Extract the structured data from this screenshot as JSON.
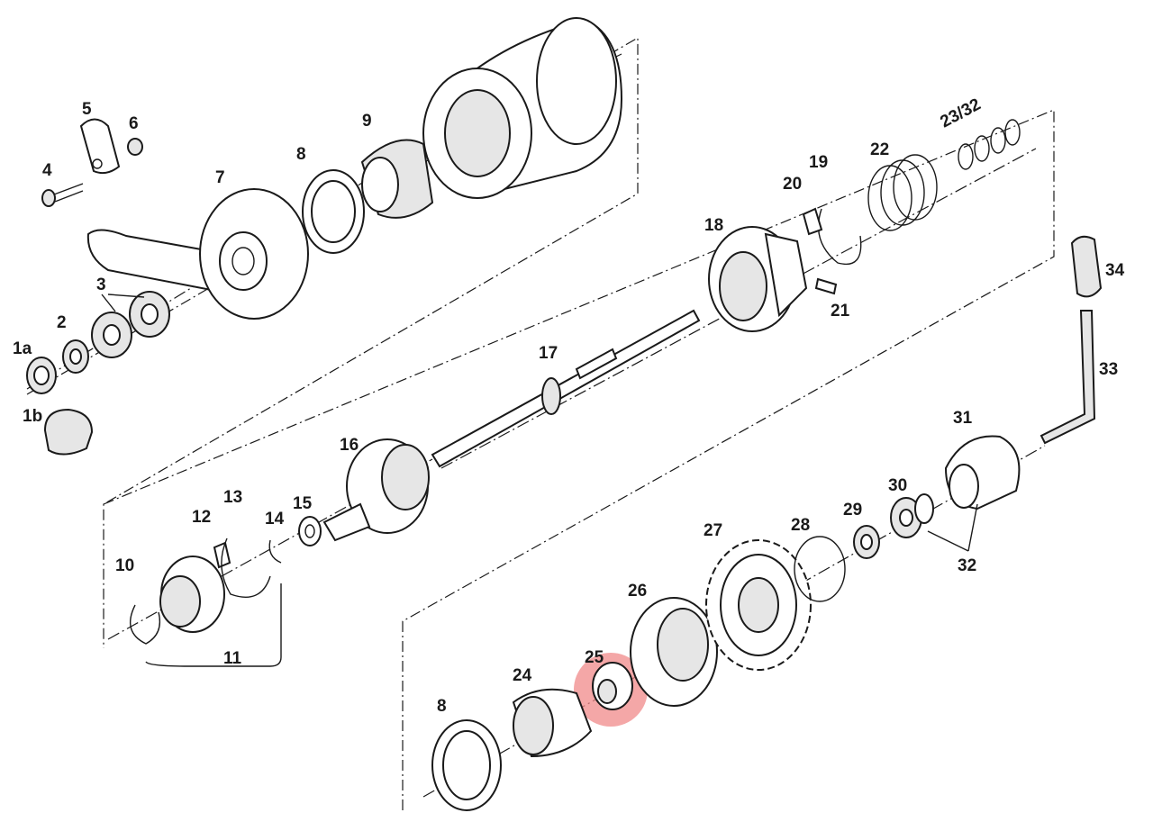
{
  "diagram": {
    "highlight_color": "#f08a8a",
    "highlighted_part": "25",
    "labels": {
      "p1a": "1a",
      "p1b": "1b",
      "p2": "2",
      "p3": "3",
      "p4": "4",
      "p5": "5",
      "p6": "6",
      "p7": "7",
      "p8a": "8",
      "p8b": "8",
      "p9": "9",
      "p10": "10",
      "p11": "11",
      "p12": "12",
      "p13": "13",
      "p14": "14",
      "p15": "15",
      "p16": "16",
      "p17": "17",
      "p18": "18",
      "p19": "19",
      "p20": "20",
      "p21": "21",
      "p22": "22",
      "p2332": "23/32",
      "p24": "24",
      "p25": "25",
      "p26": "26",
      "p27": "27",
      "p28": "28",
      "p29": "29",
      "p30": "30",
      "p31": "31",
      "p32": "32",
      "p33": "33",
      "p34": "34"
    }
  }
}
